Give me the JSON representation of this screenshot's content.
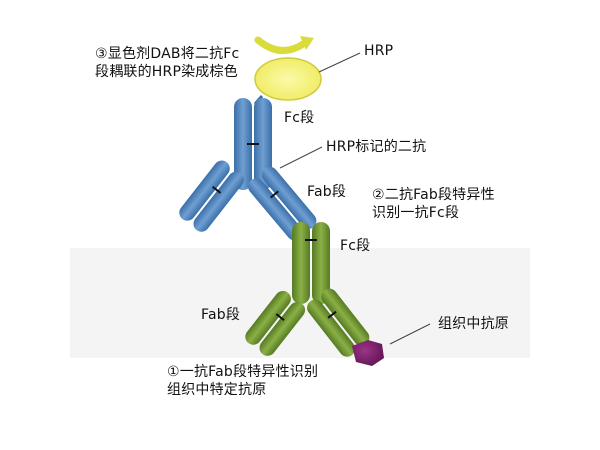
{
  "labels": {
    "step3_line1": "③显色剂DAB将二抗Fc",
    "step3_line2": "段耦联的HRP染成棕色",
    "hrp": "HRP",
    "fc_secondary": "Fc段",
    "hrp_secondary": "HRP标记的二抗",
    "fab_secondary": "Fab段",
    "step2_line1": "②二抗Fab段特异性",
    "step2_line2": "识别一抗Fc段",
    "fc_primary": "Fc段",
    "fab_primary": "Fab段",
    "tissue_antigen": "组织中抗原",
    "step1_line1": "①一抗Fab段特异性识别",
    "step1_line2": "组织中特定抗原"
  },
  "colors": {
    "secondary_antibody": "#4f86c0",
    "primary_antibody": "#6f962e",
    "hrp": "#f4f27e",
    "arrow": "#d9dc3a",
    "antigen": "#7a1f6a"
  }
}
